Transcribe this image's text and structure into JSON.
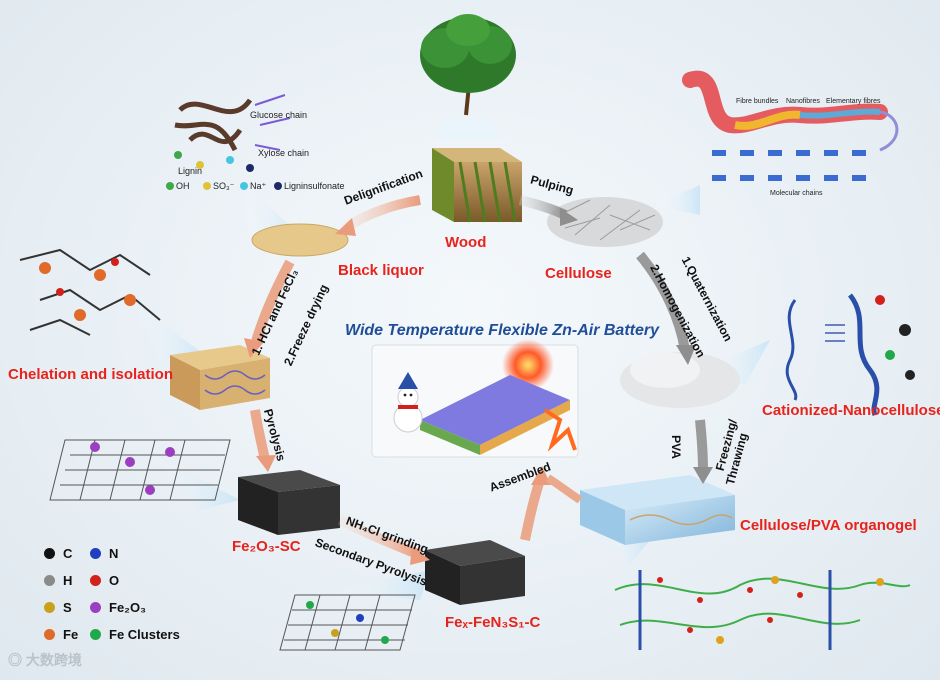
{
  "title": "Wide Temperature Flexible Zn-Air Battery",
  "nodes": {
    "wood": "Wood",
    "black_liquor": "Black liquor",
    "cellulose": "Cellulose",
    "chelation": "Chelation and isolation",
    "cationized": "Cationized-Nanocellulose",
    "fe2o3_sc": "Fe₂O₃-SC",
    "organogel": "Cellulose/PVA organogel",
    "fex": "Feₓ-FeN₃S₁-C"
  },
  "steps": {
    "delignification": "Delignification",
    "pulping": "Pulping",
    "step_hcl": "1. HCl and FeCl₃",
    "step_freeze": "2.Freeze drying",
    "step_quat": "1.Quaternization",
    "step_homog": "2.Homogenization",
    "pyrolysis": "Pyrolysis",
    "nh4cl": "NH₄Cl grinding",
    "secondary": "Secondary Pyrolysis",
    "assembled": "Assembled",
    "pva": "PVA",
    "freezing": "Freezing/",
    "thrawing": "Thrawing"
  },
  "lignin_inset": {
    "glucose": "Glucose chain",
    "xylose": "Xylose chain",
    "lignin": "Lignin",
    "legend": [
      "OH",
      "SO₃⁻",
      "Na⁺",
      "Ligninsulfonate"
    ]
  },
  "fiber_inset": {
    "fibre_bundles": "Fibre bundles",
    "nanofibres": "Nanofibres",
    "elementary": "Elementary fibres",
    "molecular": "Molecular chains"
  },
  "legend": [
    {
      "label": "C",
      "color": "#111111"
    },
    {
      "label": "N",
      "color": "#1f3fbf"
    },
    {
      "label": "H",
      "color": "#8a8a8a"
    },
    {
      "label": "O",
      "color": "#d2201a"
    },
    {
      "label": "S",
      "color": "#c9a21a"
    },
    {
      "label": "Fe₂O₃",
      "color": "#9b3fc0"
    },
    {
      "label": "Fe",
      "color": "#e06a2a"
    },
    {
      "label": "Fe Clusters",
      "color": "#21a84a"
    }
  ],
  "watermark": "大数跨境",
  "colors": {
    "label_red": "#e8231b",
    "title_blue": "#1f4e99",
    "arrow_orange": "#eaa98d",
    "arrow_gray": "#9a9a9a"
  }
}
